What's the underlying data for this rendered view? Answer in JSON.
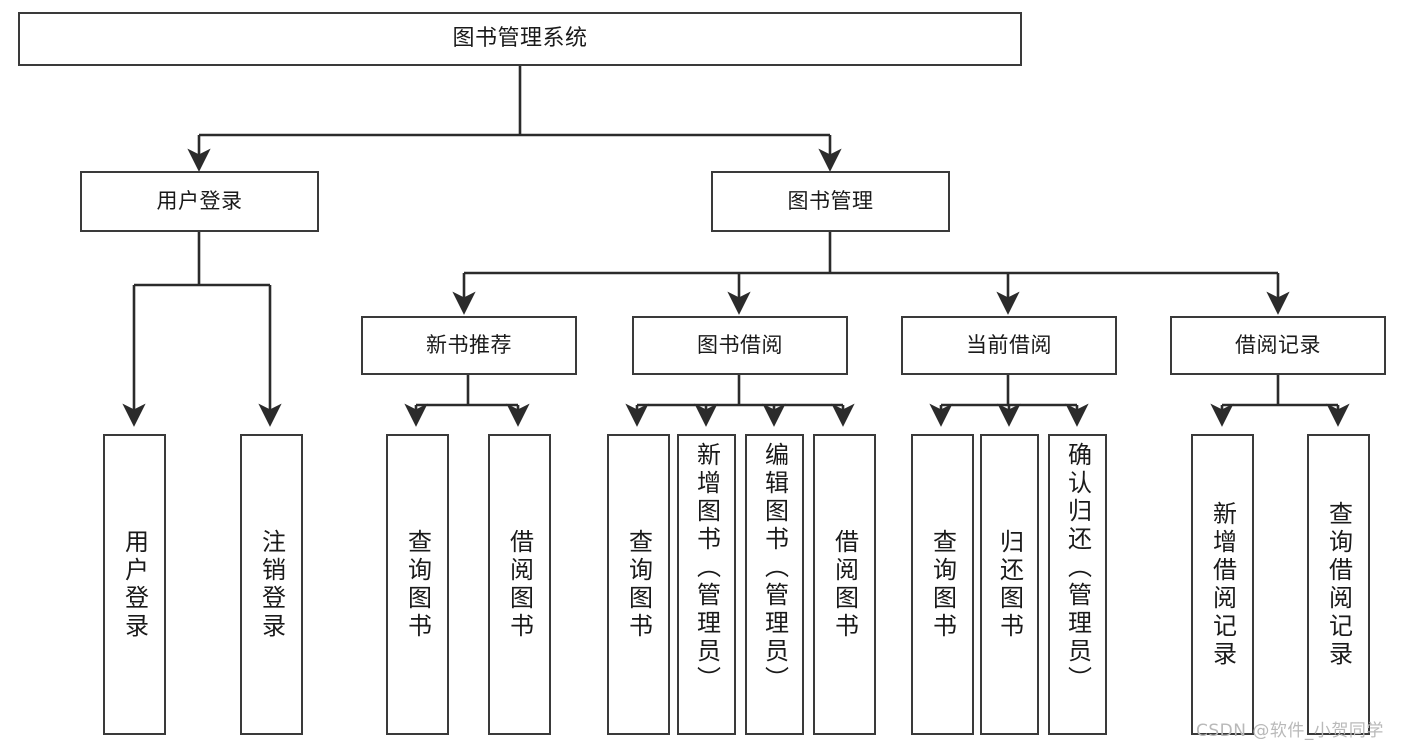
{
  "diagram": {
    "title": "图书管理系统",
    "type": "tree-hierarchy-chart",
    "colors": {
      "box_border": "#3a3a3a",
      "box_fill": "#ffffff",
      "edge": "#2b2b2b",
      "text": "#1a1a1a",
      "watermark": "#b9b9b9",
      "background": "#ffffff"
    },
    "nodes": {
      "root": "图书管理系统",
      "level1": {
        "user_login": "用户登录",
        "book_manage": "图书管理"
      },
      "level2": {
        "new_book_rec": "新书推荐",
        "book_borrow": "图书借阅",
        "current_borrow": "当前借阅",
        "borrow_record": "借阅记录"
      },
      "leaves": {
        "user_login_1": "用户登录",
        "user_login_2": "注销登录",
        "new_book_rec_1": "查询图书",
        "new_book_rec_2": "借阅图书",
        "book_borrow_1": "查询图书",
        "book_borrow_2": "新增图书（管理员）",
        "book_borrow_3": "编辑图书（管理员）",
        "book_borrow_4": "借阅图书",
        "current_borrow_1": "查询图书",
        "current_borrow_2": "归还图书",
        "current_borrow_3": "确认归还（管理员）",
        "borrow_record_1": "新增借阅记录",
        "borrow_record_2": "查询借阅记录"
      }
    },
    "watermark": "CSDN @软件_小贺同学"
  }
}
